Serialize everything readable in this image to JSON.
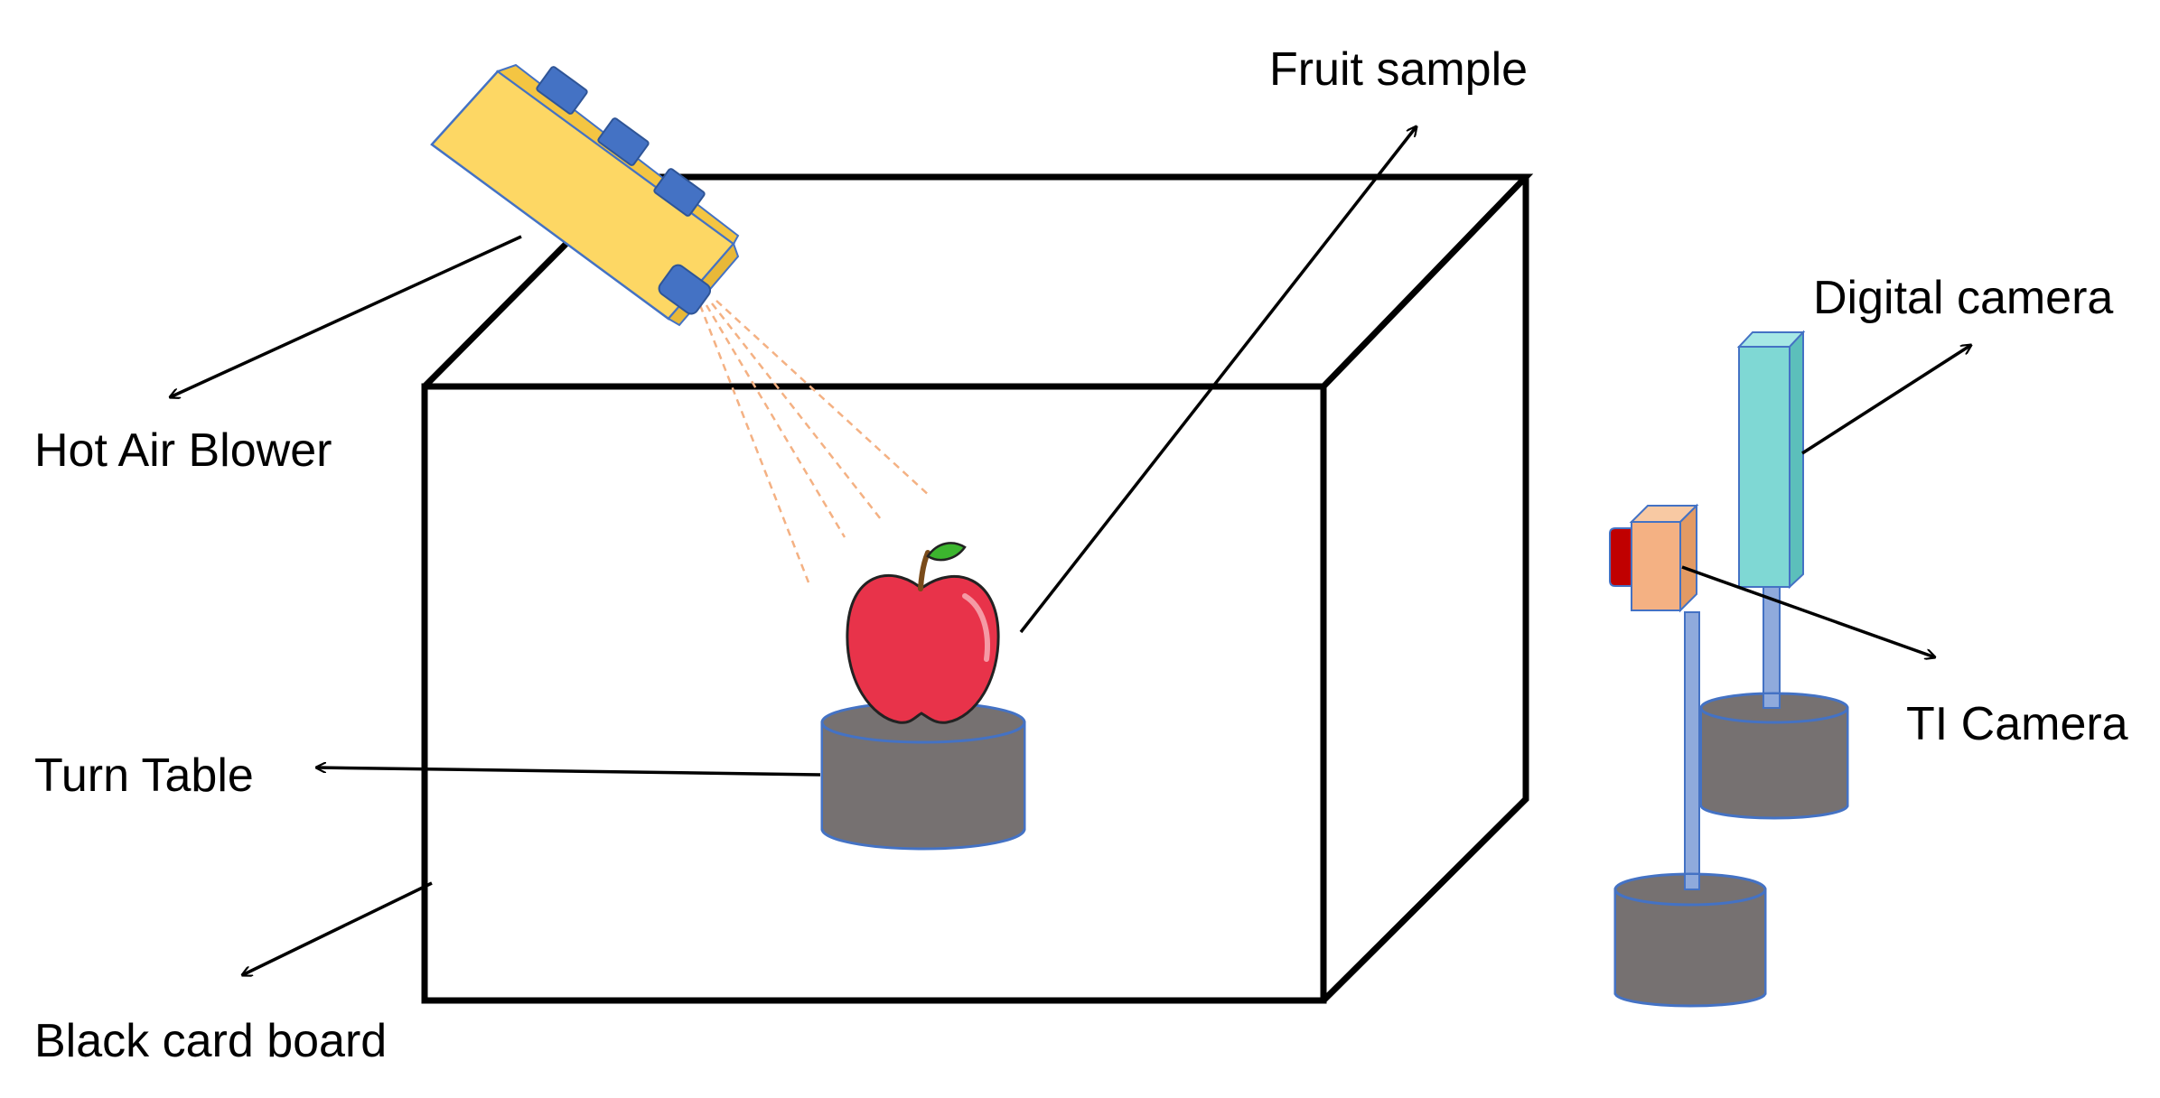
{
  "labels": {
    "fruit_sample": "Fruit sample",
    "hot_air_blower": "Hot Air Blower",
    "digital_camera": "Digital camera",
    "ti_camera": "TI Camera",
    "turn_table": "Turn Table",
    "black_card_board": "Black card board"
  },
  "colors": {
    "blower_body": "#fdd764",
    "blower_nozzle": "#4472c4",
    "turntable": "#767171",
    "apple": "#e8334a",
    "leaf": "#3cb52e",
    "digital_camera": "#7fd8d4",
    "ti_camera": "#f4b183",
    "ti_lens": "#c00000",
    "pole": "#8faadc",
    "air_stream": "#f4b183"
  }
}
